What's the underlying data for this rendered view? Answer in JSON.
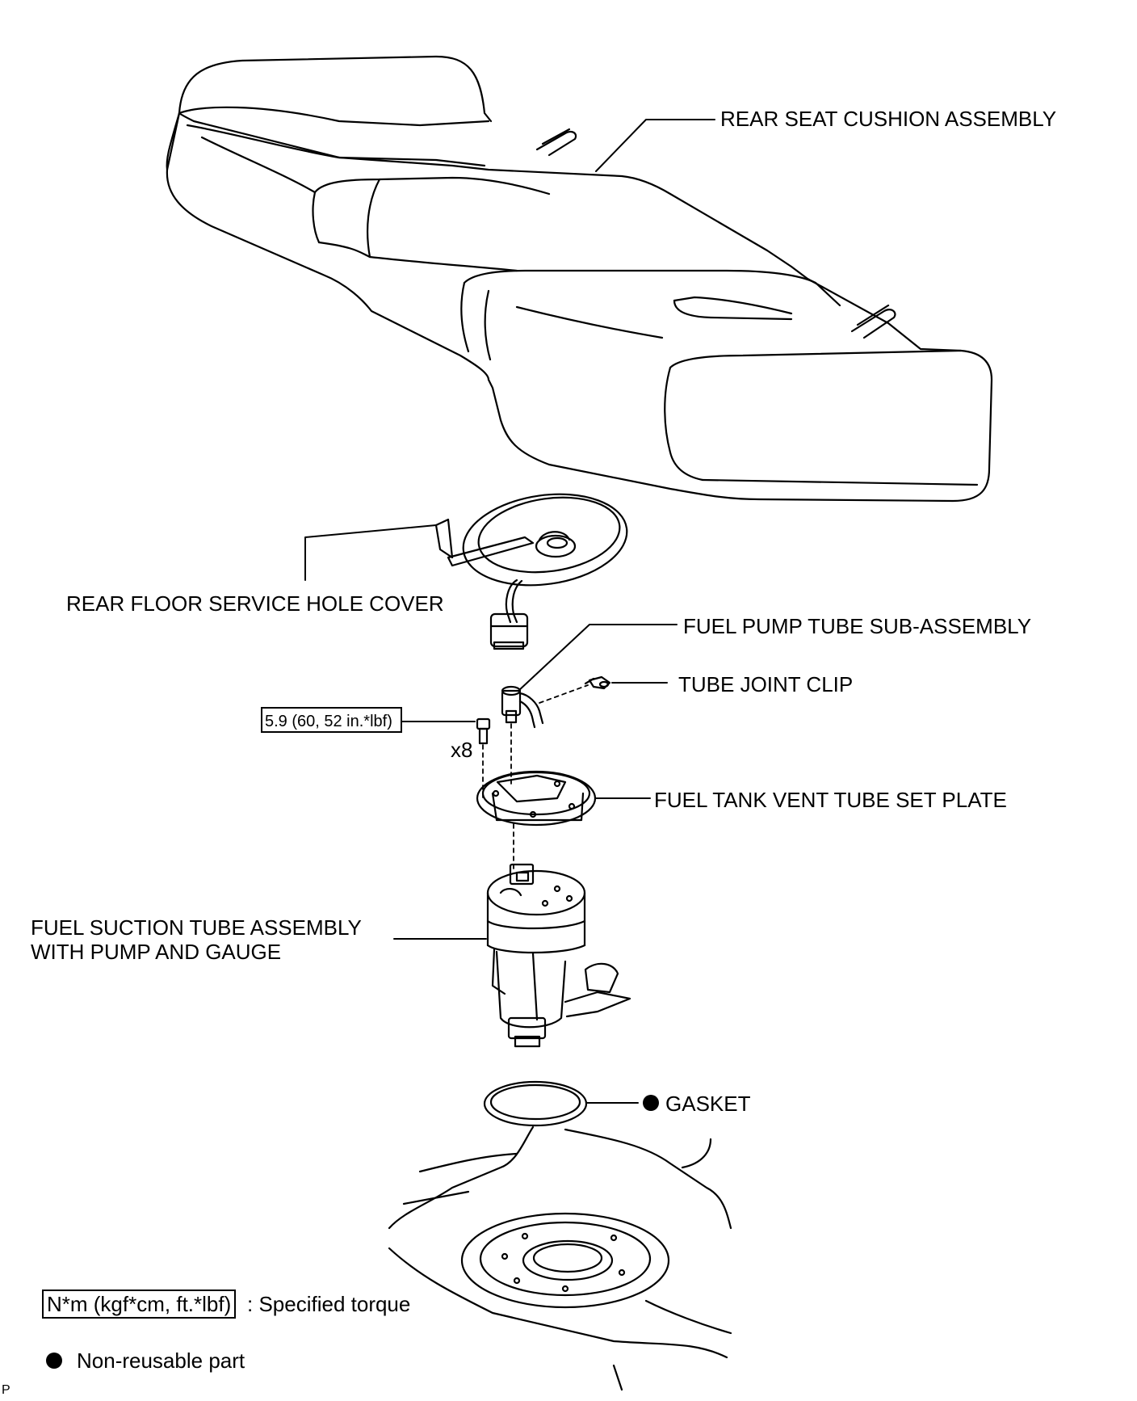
{
  "labels": {
    "rear_seat": "REAR SEAT CUSHION ASSEMBLY",
    "service_cover": "REAR FLOOR SERVICE HOLE COVER",
    "pump_tube": "FUEL PUMP TUBE SUB-ASSEMBLY",
    "tube_clip": "TUBE JOINT CLIP",
    "vent_plate": "FUEL TANK VENT TUBE SET PLATE",
    "suction_tube": "FUEL SUCTION TUBE ASSEMBLY\nWITH PUMP AND GAUGE",
    "gasket": "GASKET"
  },
  "torque": {
    "value": "5.9 (60, 52 in.*lbf)",
    "qty": "x8"
  },
  "legend": {
    "torque_unit": "N*m (kgf*cm, ft.*lbf)",
    "torque_desc": ": Specified torque",
    "nonreusable": "Non-reusable part"
  },
  "corner_mark": "P"
}
